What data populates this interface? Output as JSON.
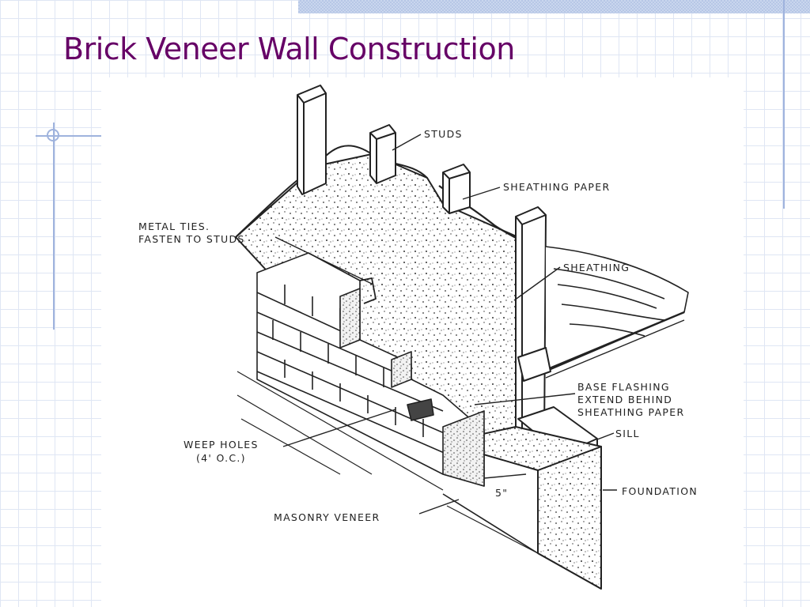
{
  "slide": {
    "title": "Brick Veneer Wall Construction"
  },
  "diagram": {
    "labels": {
      "studs": "STUDS",
      "sheathing_paper": "SHEATHING PAPER",
      "metal_ties_line1": "METAL TIES.",
      "metal_ties_line2": "FASTEN TO STUDS",
      "sheathing": "SHEATHING",
      "base_flashing_line1": "BASE FLASHING",
      "base_flashing_line2": "EXTEND BEHIND",
      "base_flashing_line3": "SHEATHING PAPER",
      "sill": "SILL",
      "weep_holes_line1": "WEEP HOLES",
      "weep_holes_line2": "(4' O.C.)",
      "foundation": "FOUNDATION",
      "masonry_veneer": "MASONRY VENEER",
      "dimension": "5\""
    }
  },
  "theme": {
    "title_color": "#660066",
    "accent_color": "#9fb3dd",
    "grid_color": "#dfe6f4"
  }
}
